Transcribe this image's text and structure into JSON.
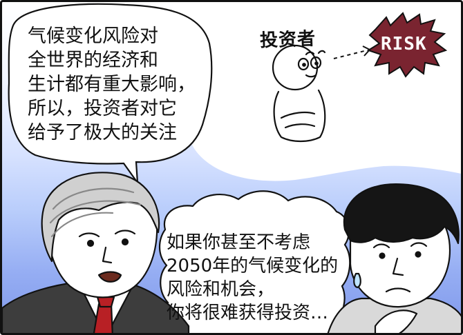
{
  "speech_bubble_1": {
    "lines": "气候变化风险对\n全世界的经济和\n生计都有重大影响，\n所以，投资者对它\n给予了极大的关注"
  },
  "speech_bubble_2": {
    "lines": "如果你甚至不考虑\n2050年的气候变化的\n风险和机会，\n你将很难获得投资…"
  },
  "thought_bubble": {
    "investor_label": "投资者",
    "risk_label": "RISK"
  },
  "colors": {
    "risk_burst": "#7a2430",
    "tie_red": "#b82025",
    "sky_blue": "#7f98ea"
  }
}
